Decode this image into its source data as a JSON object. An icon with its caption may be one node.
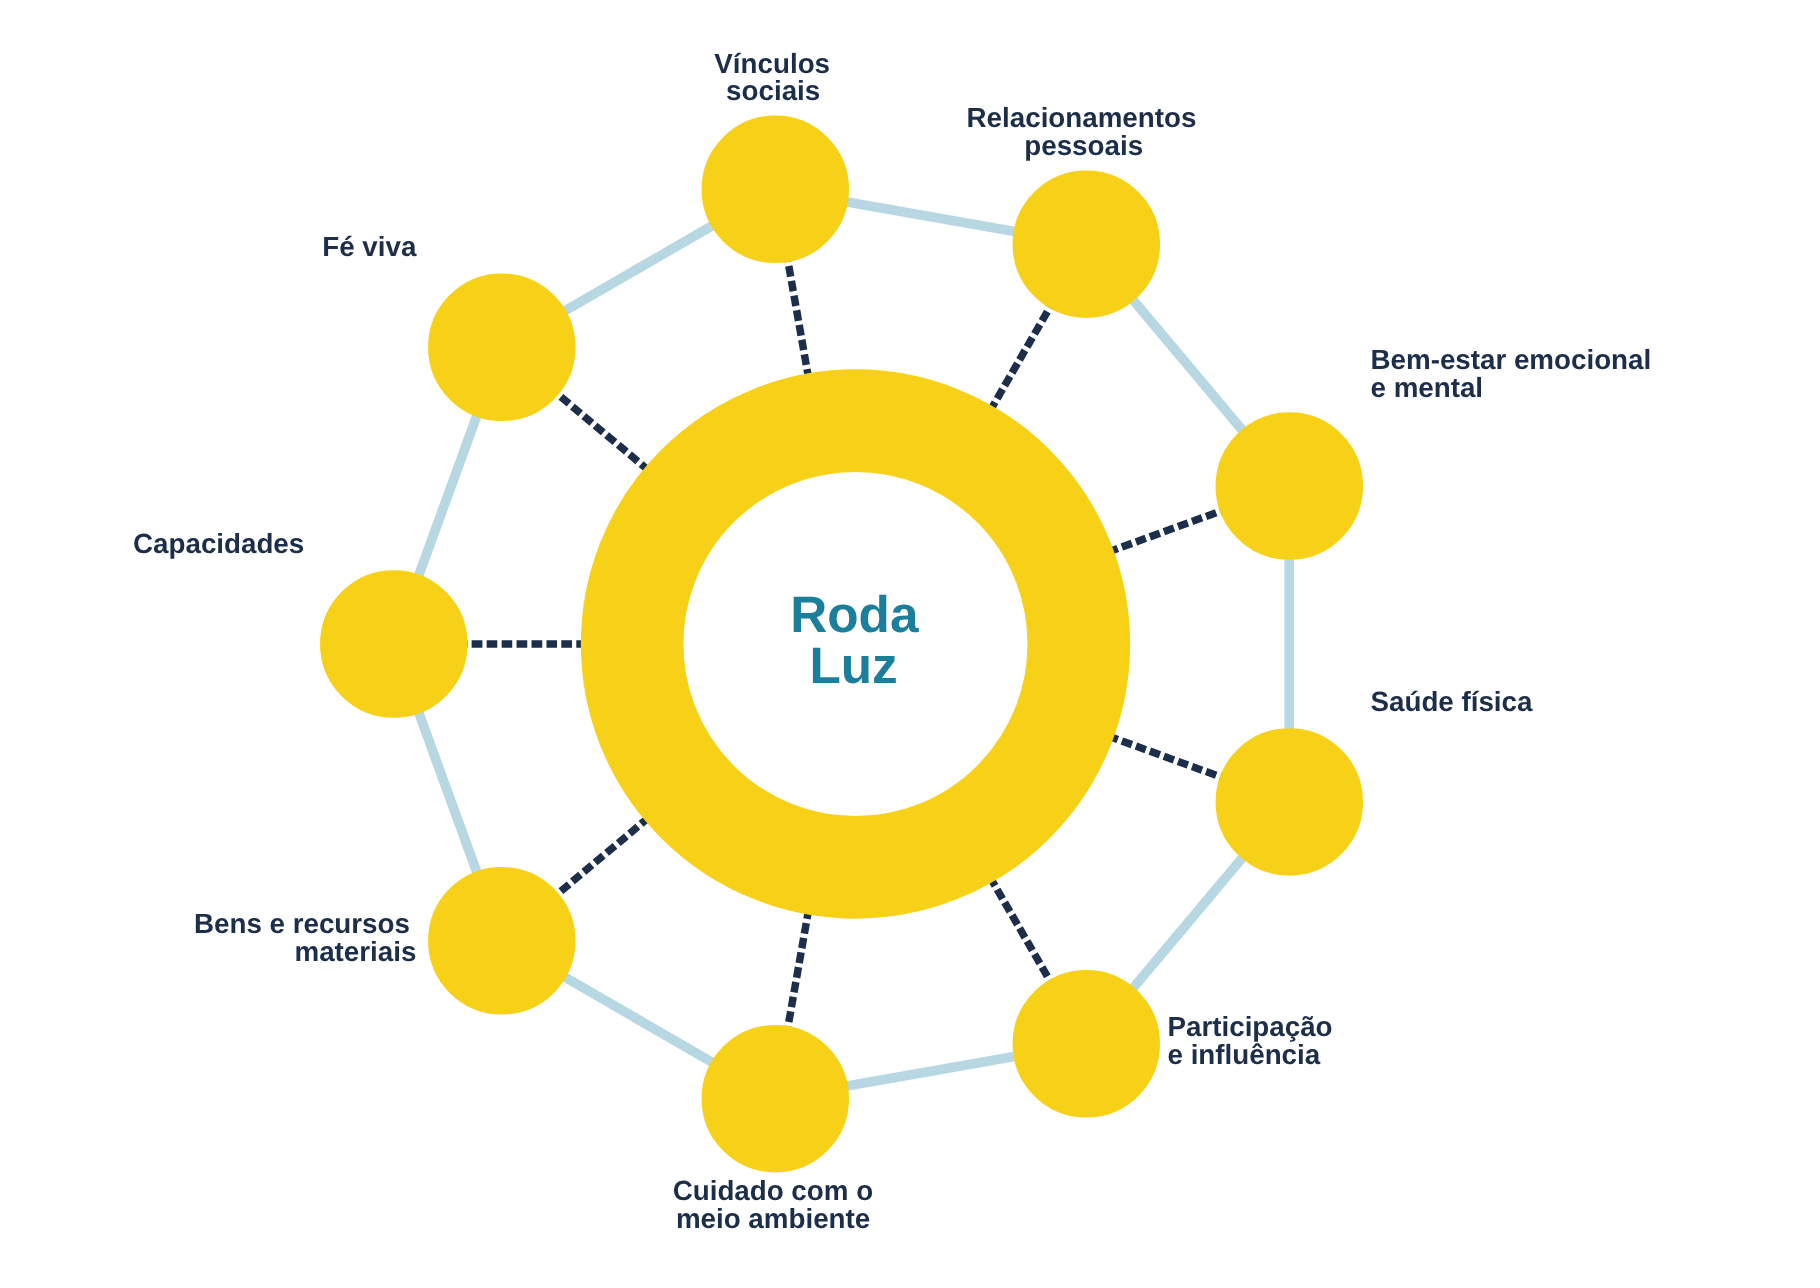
{
  "diagram": {
    "nodes": [
      {
        "text": [
          "Roda Luz"
        ]
      },
      {
        "text": [],
        "shape": "circle",
        "beside": [
          "Vínculos sociais"
        ]
      },
      {
        "text": [],
        "shape": "circle",
        "beside": [
          "Relacionamentos pessoais"
        ]
      },
      {
        "text": [],
        "shape": "circle",
        "beside": [
          "Bem-estar emocional e mental"
        ]
      },
      {
        "text": [],
        "shape": "circle",
        "beside": [
          "Saúde física"
        ]
      },
      {
        "text": [],
        "shape": "circle",
        "beside": [
          "Participação e influência"
        ]
      },
      {
        "text": [],
        "shape": "circle",
        "beside": [
          "Cuidado com o meio ambiente"
        ]
      },
      {
        "text": [],
        "shape": "circle",
        "beside": [
          "Bens e recursos materiais"
        ]
      },
      {
        "text": [],
        "shape": "circle",
        "beside": [
          "Capacidades"
        ]
      },
      {
        "text": [],
        "shape": "circle",
        "beside": [
          "Fé viva"
        ]
      }
    ],
    "edges": [
      {
        "from": 0,
        "to": 1,
        "arrow": "none",
        "style": "dashed",
        "color": "#1c2e4a"
      },
      {
        "from": 0,
        "to": 2,
        "arrow": "none",
        "style": "dashed",
        "color": "#1c2e4a"
      },
      {
        "from": 0,
        "to": 3,
        "arrow": "none",
        "style": "dashed",
        "color": "#1c2e4a"
      },
      {
        "from": 0,
        "to": 4,
        "arrow": "none",
        "style": "dashed",
        "color": "#1c2e4a"
      },
      {
        "from": 0,
        "to": 5,
        "arrow": "none",
        "style": "dashed",
        "color": "#1c2e4a"
      },
      {
        "from": 0,
        "to": 6,
        "arrow": "none",
        "style": "dashed",
        "color": "#1c2e4a"
      },
      {
        "from": 0,
        "to": 7,
        "arrow": "none",
        "style": "dashed",
        "color": "#1c2e4a"
      },
      {
        "from": 0,
        "to": 8,
        "arrow": "none",
        "style": "dashed",
        "color": "#1c2e4a"
      },
      {
        "from": 0,
        "to": 9,
        "arrow": "none",
        "style": "dashed",
        "color": "#1c2e4a"
      },
      {
        "from": 1,
        "to": 2,
        "arrow": "none",
        "color": "#b7d7e2"
      },
      {
        "from": 2,
        "to": 3,
        "arrow": "none",
        "color": "#b7d7e2"
      },
      {
        "from": 3,
        "to": 4,
        "arrow": "none",
        "color": "#b7d7e2"
      },
      {
        "from": 4,
        "to": 5,
        "arrow": "none",
        "color": "#b7d7e2"
      },
      {
        "from": 5,
        "to": 6,
        "arrow": "none",
        "color": "#b7d7e2"
      },
      {
        "from": 6,
        "to": 7,
        "arrow": "none",
        "color": "#b7d7e2"
      },
      {
        "from": 7,
        "to": 8,
        "arrow": "none",
        "color": "#b7d7e2"
      },
      {
        "from": 8,
        "to": 9,
        "arrow": "none",
        "color": "#b7d7e2"
      },
      {
        "from": 9,
        "to": 1,
        "arrow": "none",
        "color": "#b7d7e2"
      }
    ]
  }
}
